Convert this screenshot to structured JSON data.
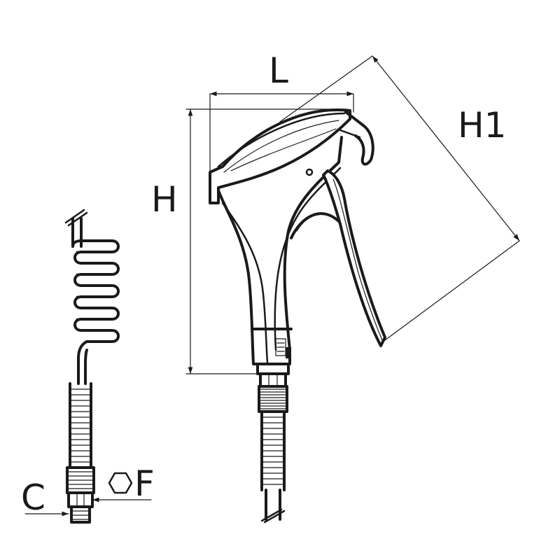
{
  "dimensions": {
    "length": "L",
    "height": "H",
    "diagonal_height": "H1",
    "thread": "C",
    "hex": "F"
  },
  "colors": {
    "line": "#1a1a1a",
    "background": "#ffffff"
  },
  "icons": {
    "hex_symbol": "hexagon-icon"
  }
}
